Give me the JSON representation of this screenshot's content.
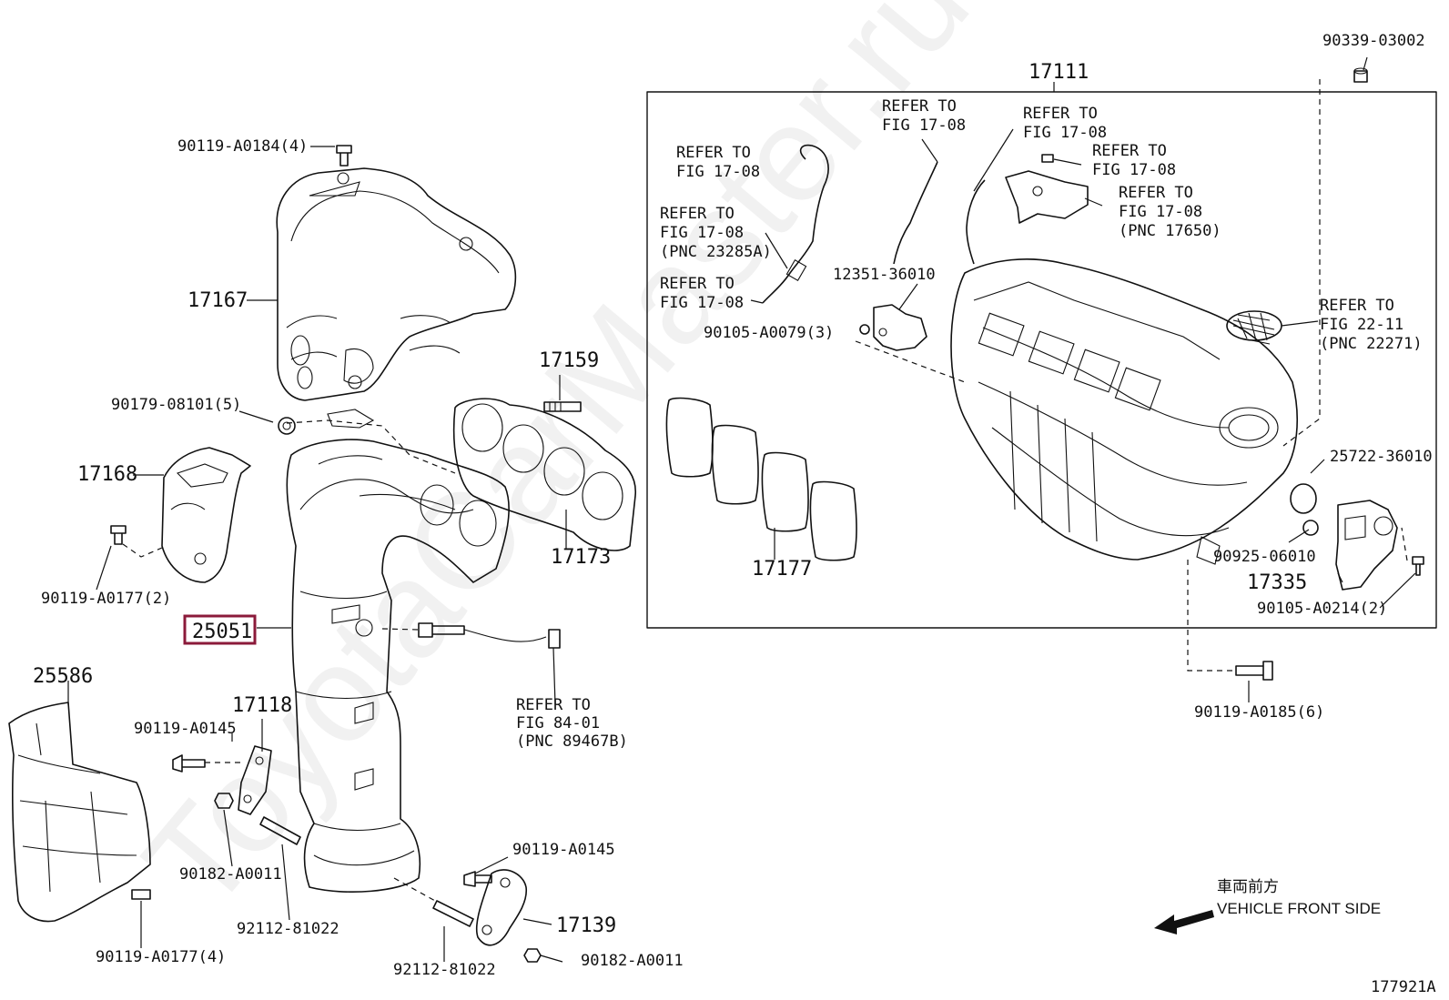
{
  "diagram": {
    "frame_label": "17111",
    "figure_id": "177921A",
    "watermark": "ToyotaCarMaster.ru",
    "direction": {
      "japanese": "車両前方",
      "english": "VEHICLE FRONT SIDE"
    },
    "highlight_color": "#8b1a3a",
    "callouts": [
      {
        "id": "c_90339_03002",
        "text": "90339-03002"
      },
      {
        "id": "c_90119_A0184",
        "text": "90119-A0184(4)"
      },
      {
        "id": "c_17167",
        "text": "17167"
      },
      {
        "id": "c_90179_08101",
        "text": "90179-08101(5)"
      },
      {
        "id": "c_17159",
        "text": "17159"
      },
      {
        "id": "c_17168",
        "text": "17168"
      },
      {
        "id": "c_17173",
        "text": "17173"
      },
      {
        "id": "c_90119_A0177_2",
        "text": "90119-A0177(2)"
      },
      {
        "id": "c_25051",
        "text": "25051",
        "highlighted": true
      },
      {
        "id": "c_25586",
        "text": "25586"
      },
      {
        "id": "c_17118",
        "text": "17118"
      },
      {
        "id": "c_90119_A0145_a",
        "text": "90119-A0145"
      },
      {
        "id": "c_90182_A0011_a",
        "text": "90182-A0011"
      },
      {
        "id": "c_92112_81022_a",
        "text": "92112-81022"
      },
      {
        "id": "c_90119_A0177_4",
        "text": "90119-A0177(4)"
      },
      {
        "id": "c_90119_A0145_b",
        "text": "90119-A0145"
      },
      {
        "id": "c_17139",
        "text": "17139"
      },
      {
        "id": "c_92112_81022_b",
        "text": "92112-81022"
      },
      {
        "id": "c_90182_A0011_b",
        "text": "90182-A0011"
      },
      {
        "id": "c_ref_8401",
        "lines": [
          "REFER TO",
          "FIG 84-01",
          "(PNC 89467B)"
        ]
      },
      {
        "id": "c_ref_a",
        "lines": [
          "REFER TO",
          "FIG 17-08"
        ]
      },
      {
        "id": "c_ref_b",
        "lines": [
          "REFER TO",
          "FIG 17-08",
          "(PNC 23285A)"
        ]
      },
      {
        "id": "c_ref_c",
        "lines": [
          "REFER TO",
          "FIG 17-08"
        ]
      },
      {
        "id": "c_ref_d",
        "lines": [
          "REFER TO",
          "FIG 17-08"
        ]
      },
      {
        "id": "c_ref_e",
        "lines": [
          "REFER TO",
          "FIG 17-08"
        ]
      },
      {
        "id": "c_ref_f",
        "lines": [
          "REFER TO",
          "FIG 17-08"
        ]
      },
      {
        "id": "c_ref_g",
        "lines": [
          "REFER TO",
          "FIG 17-08",
          "(PNC 17650)"
        ]
      },
      {
        "id": "c_12351_36010",
        "text": "12351-36010"
      },
      {
        "id": "c_90105_A0079",
        "text": "90105-A0079(3)"
      },
      {
        "id": "c_ref_2211",
        "lines": [
          "REFER TO",
          "FIG 22-11",
          "(PNC 22271)"
        ]
      },
      {
        "id": "c_17177",
        "text": "17177"
      },
      {
        "id": "c_25722_36010",
        "text": "25722-36010"
      },
      {
        "id": "c_90925_06010",
        "text": "90925-06010"
      },
      {
        "id": "c_17335",
        "text": "17335"
      },
      {
        "id": "c_90105_A0214",
        "text": "90105-A0214(2)"
      },
      {
        "id": "c_90119_A0185",
        "text": "90119-A0185(6)"
      }
    ]
  }
}
